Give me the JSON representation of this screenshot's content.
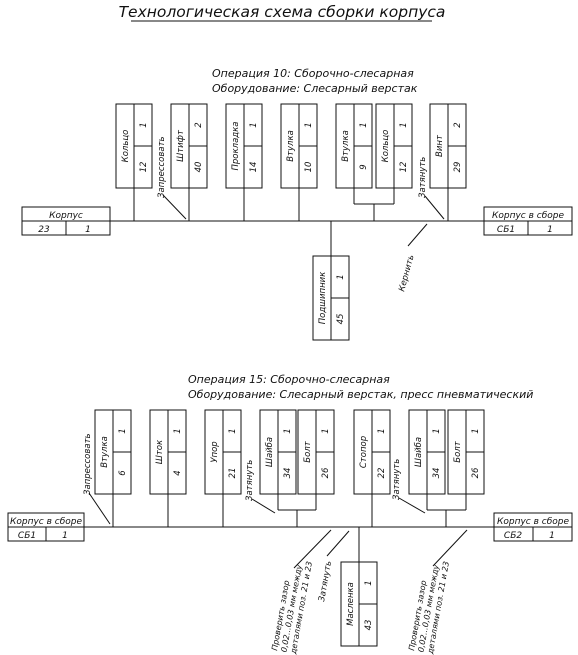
{
  "title": "Технологическая схема сборки корпуса",
  "op10": {
    "heading": "Операция 10: Сборочно-слесарная",
    "equipment": "Оборудование: Слесарный верстак",
    "base": {
      "name": "Корпус",
      "pos": "23",
      "qty": "1"
    },
    "result": {
      "name": "Корпус в сборе",
      "pos": "СБ1",
      "qty": "1"
    },
    "parts": [
      {
        "name": "Кольцо",
        "pos": "12",
        "qty": "1"
      },
      {
        "name": "Штифт",
        "pos": "40",
        "qty": "2"
      },
      {
        "name": "Прокладка",
        "pos": "14",
        "qty": "1"
      },
      {
        "name": "Втулка",
        "pos": "10",
        "qty": "1"
      },
      {
        "name": "Втулка",
        "pos": "9",
        "qty": "1"
      },
      {
        "name": "Кольцо",
        "pos": "12",
        "qty": "1"
      },
      {
        "name": "Винт",
        "pos": "29",
        "qty": "2"
      }
    ],
    "bearing": {
      "name": "Подшипник",
      "pos": "45",
      "qty": "1"
    },
    "notes": {
      "press": "Запрессовать",
      "tighten": "Затянуть",
      "punch": "Кернить"
    }
  },
  "op15": {
    "heading": "Операция 15: Сборочно-слесарная",
    "equipment": "Оборудование: Слесарный верстак, пресс пневматический",
    "base": {
      "name": "Корпус в сборе",
      "pos": "СБ1",
      "qty": "1"
    },
    "result": {
      "name": "Корпус в сборе",
      "pos": "СБ2",
      "qty": "1"
    },
    "parts": [
      {
        "name": "Втулка",
        "pos": "6",
        "qty": "1"
      },
      {
        "name": "Шток",
        "pos": "4",
        "qty": "1"
      },
      {
        "name": "Упор",
        "pos": "21",
        "qty": "1"
      },
      {
        "name": "Шайба",
        "pos": "34",
        "qty": "1"
      },
      {
        "name": "Болт",
        "pos": "26",
        "qty": "1"
      },
      {
        "name": "Стопор",
        "pos": "22",
        "qty": "1"
      },
      {
        "name": "Шайба",
        "pos": "34",
        "qty": "1"
      },
      {
        "name": "Болт",
        "pos": "26",
        "qty": "1"
      }
    ],
    "oiler": {
      "name": "Масленка",
      "pos": "43",
      "qty": "1"
    },
    "notes": {
      "press": "Запрессовать",
      "tighten_1": "Затянуть",
      "tighten_2": "Затянуть",
      "tighten_3": "Затянуть",
      "check_1": [
        "Проверить зазор",
        "0,02...0,03 мм между",
        "деталями поз. 21 и 23"
      ],
      "check_2": [
        "Проверить зазор",
        "0,02...0,03 мм между",
        "деталями поз. 21 и 23"
      ]
    }
  }
}
